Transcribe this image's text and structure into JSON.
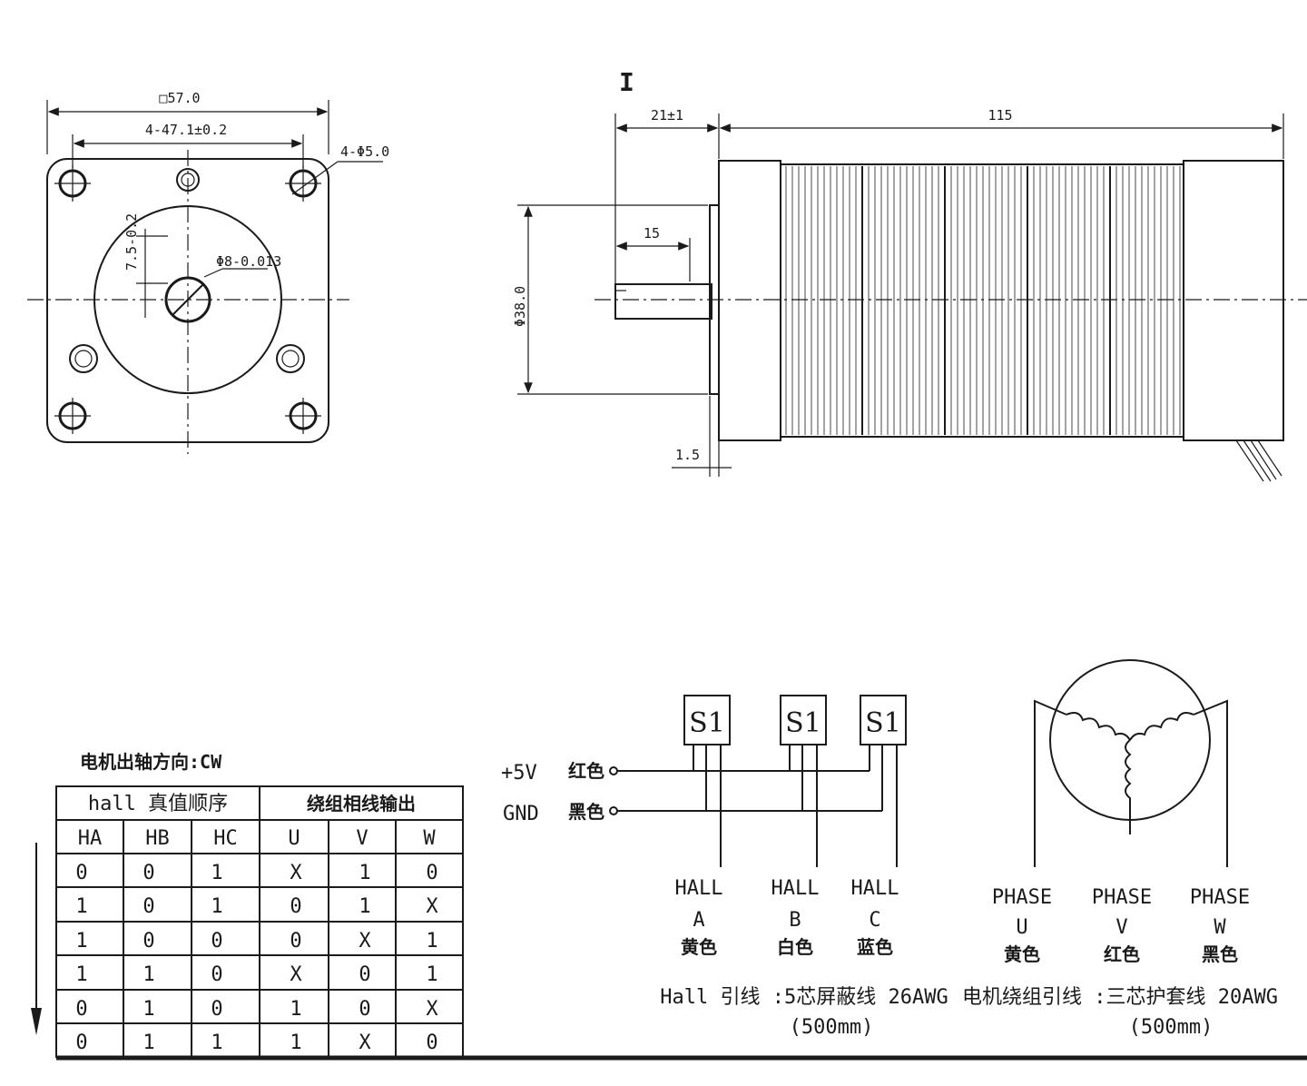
{
  "front_view": {
    "dim_square": "□57.0",
    "dim_hole_spacing": "4-47.1±0.2",
    "dim_holes": "4-Φ5.0",
    "dim_shaft_flat": "7.5-0.2",
    "dim_shaft": "Φ8-0.013"
  },
  "side_view": {
    "view_mark": "I",
    "dim_shaft_length": "21±1",
    "dim_body_length": "115",
    "dim_flat_length": "15",
    "dim_pilot": "Φ38.0",
    "dim_flange": "1.5"
  },
  "truth_table": {
    "direction_label": "电机出轴方向:CW",
    "hall_group": "hall 真值顺序",
    "winding_group": "绕组相线输出",
    "headers": [
      "HA",
      "HB",
      "HC",
      "U",
      "V",
      "W"
    ],
    "rows": [
      [
        "0",
        "0",
        "1",
        "X",
        "1",
        "0"
      ],
      [
        "1",
        "0",
        "1",
        "0",
        "1",
        "X"
      ],
      [
        "1",
        "0",
        "0",
        "0",
        "X",
        "1"
      ],
      [
        "1",
        "1",
        "0",
        "X",
        "0",
        "1"
      ],
      [
        "0",
        "1",
        "0",
        "1",
        "0",
        "X"
      ],
      [
        "0",
        "1",
        "1",
        "1",
        "X",
        "0"
      ]
    ]
  },
  "hall_wiring": {
    "sensor_label": "S1",
    "vcc_label": "+5V",
    "vcc_color": "红色",
    "gnd_label": "GND",
    "gnd_color": "黑色",
    "outputs": [
      {
        "name": "HALL",
        "sub": "A",
        "color": "黄色"
      },
      {
        "name": "HALL",
        "sub": "B",
        "color": "白色"
      },
      {
        "name": "HALL",
        "sub": "C",
        "color": "蓝色"
      }
    ],
    "cable_note": "Hall 引线 :5芯屏蔽线 26AWG",
    "cable_length": "(500mm)"
  },
  "phase_wiring": {
    "phases": [
      {
        "name": "PHASE",
        "sub": "U",
        "color": "黄色"
      },
      {
        "name": "PHASE",
        "sub": "V",
        "color": "红色"
      },
      {
        "name": "PHASE",
        "sub": "W",
        "color": "黑色"
      }
    ],
    "cable_note": "电机绕组引线 :三芯护套线 20AWG",
    "cable_length": "(500mm)"
  }
}
